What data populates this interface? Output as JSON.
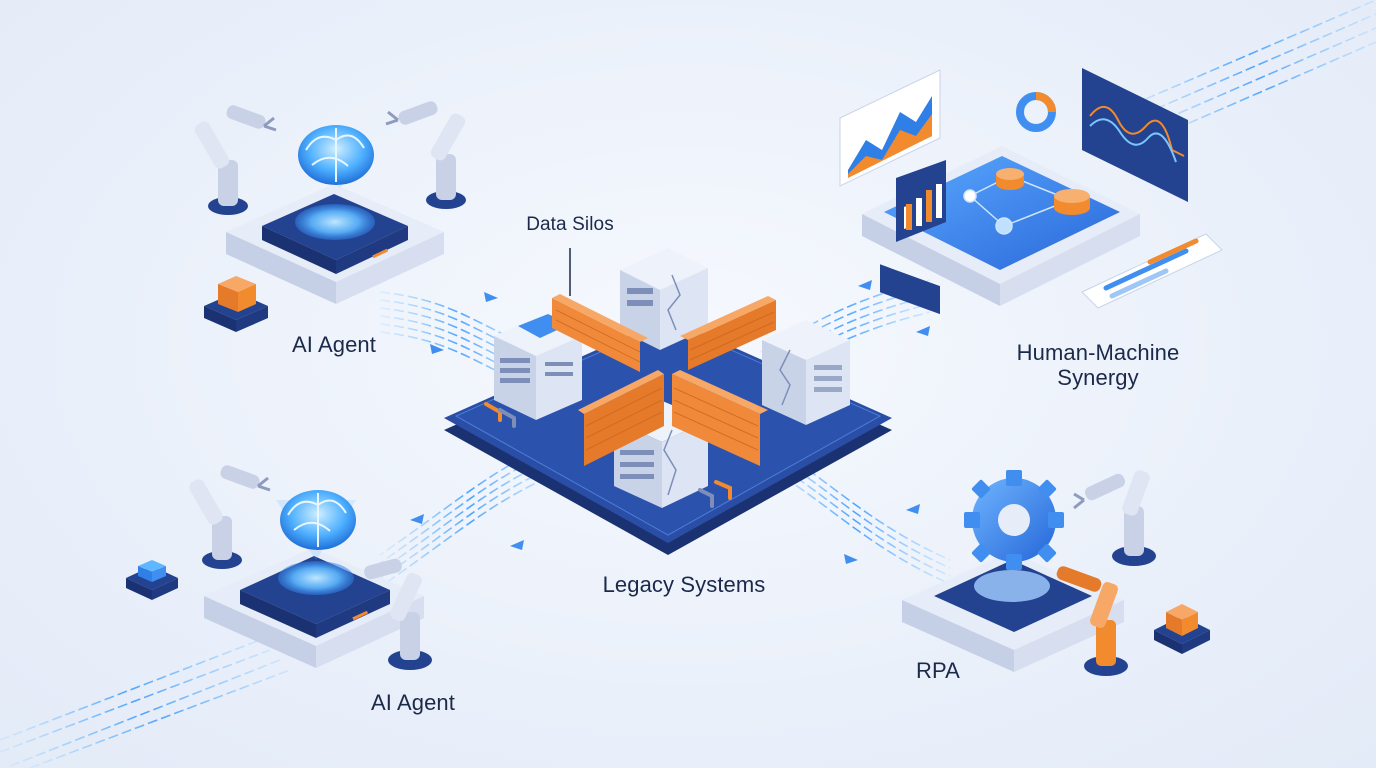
{
  "labels": {
    "data_silos": "Data Silos",
    "ai_agent_top": "AI Agent",
    "ai_agent_bottom": "AI Agent",
    "legacy_systems": "Legacy Systems",
    "hms_line1": "Human-Machine",
    "hms_line2": "Synergy",
    "rpa": "RPA"
  },
  "colors": {
    "navy": "#23428f",
    "navy_dark": "#1b3272",
    "blue": "#3f8ef0",
    "glow": "#5fb8ff",
    "orange": "#f28a2e",
    "brick": "#f08a3a",
    "light": "#e6ecf8",
    "white": "#ffffff",
    "text": "#1b2a4a"
  },
  "icons": [
    "brain-hologram-icon",
    "robot-arm-icon",
    "server-rack-icon",
    "brick-wall-icon",
    "gear-icon",
    "dashboard-chart-icon",
    "data-stream-icon"
  ]
}
